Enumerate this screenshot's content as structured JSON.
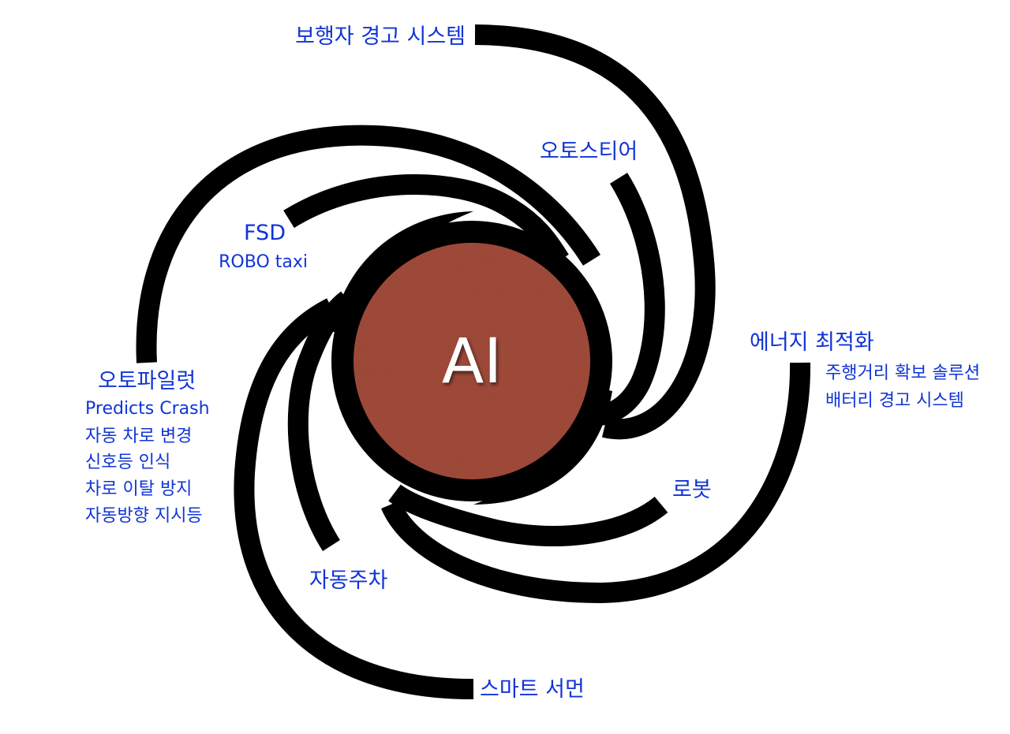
{
  "core": {
    "label": "AI",
    "fill": "#a04a3a"
  },
  "accent_color": "#1034d6",
  "labels": {
    "pedestrian": "보행자 경고 시스템",
    "autostore": "오토스티어",
    "fsd": "FSD",
    "robotaxi": "ROBO taxi",
    "energy": "에너지 최적화",
    "range": "주행거리 확보 솔루션",
    "battery": "배터리 경고 시스템",
    "robot": "로봇",
    "autoparking": "자동주차",
    "smartsummon": "스마트 서먼",
    "autopilot": {
      "title": "오토파일럿",
      "items": [
        "Predicts Crash",
        "자동 차로 변경",
        "신호등 인식",
        "차로 이탈 방지",
        "자동방향 지시등"
      ]
    }
  }
}
